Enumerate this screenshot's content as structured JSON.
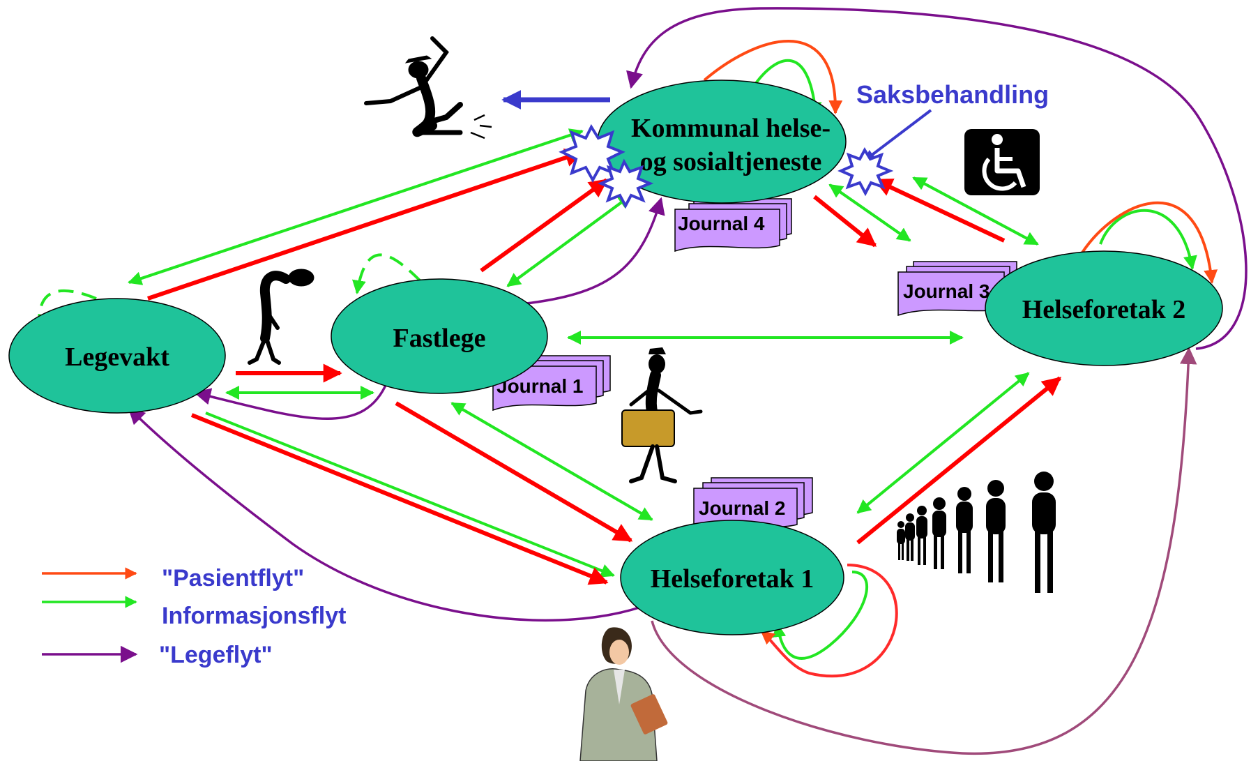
{
  "nodes": {
    "kommunal_line1": "Kommunal helse-",
    "kommunal_line2": "og sosialtjeneste",
    "legevakt": "Legevakt",
    "fastlege": "Fastlege",
    "helseforetak1": "Helseforetak 1",
    "helseforetak2": "Helseforetak 2"
  },
  "journals": {
    "j1": "Journal 1",
    "j2": "Journal 2",
    "j3": "Journal 3",
    "j4": "Journal 4"
  },
  "annotation": {
    "saksbehandling": "Saksbehandling"
  },
  "legend": {
    "pasientflyt": "\"Pasientflyt\"",
    "informasjonsflyt": "Informasjonsflyt",
    "legeflyt": "\"Legeflyt\""
  },
  "colors": {
    "node_fill": "#1fc39a",
    "patient_flow": "#ff2a1a",
    "info_flow": "#22e622",
    "doctor_flow": "#7a0f8c",
    "label_blue": "#3a3acc",
    "journal_fill": "#cc99ff"
  },
  "icons": {
    "wheelchair": "wheelchair-icon",
    "person_falling": "person-falling-icon",
    "person_sick": "person-sick-icon",
    "person_suitcase": "person-suitcase-icon",
    "queue": "queue-people-icon",
    "doctor": "doctor-woman-icon",
    "conflict": "conflict-burst-icon"
  }
}
